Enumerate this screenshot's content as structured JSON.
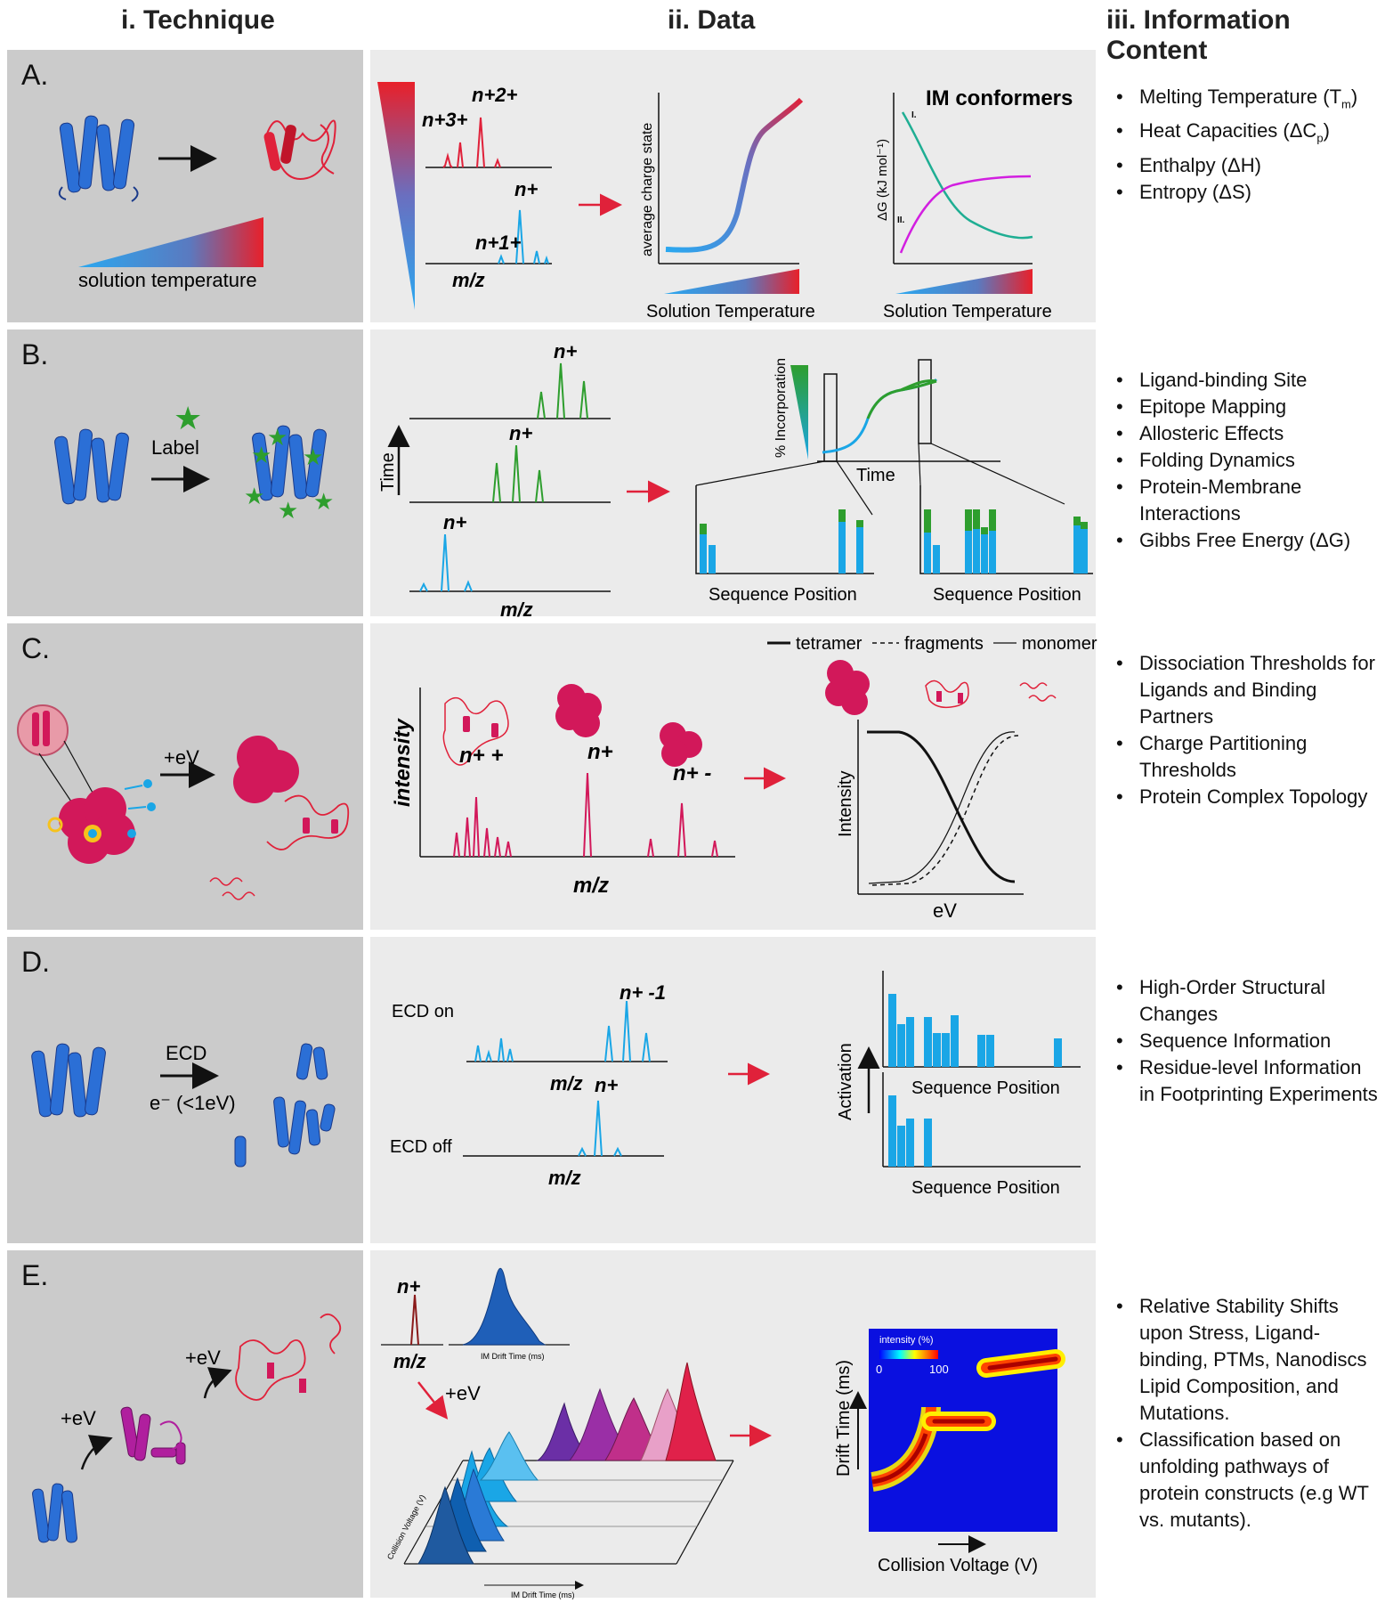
{
  "headers": {
    "technique": "i. Technique",
    "data": "ii. Data",
    "information": "iii. Information Content"
  },
  "colors": {
    "panel_left": "#cbcbcb",
    "panel_mid": "#ebebeb",
    "protein_blue": "#2b6fd6",
    "unfolded_red": "#e0213a",
    "label_green": "#2e9e2e",
    "spec_red": "#e0213a",
    "spec_blue": "#1aa6e6",
    "spec_green": "#2e9e2e",
    "cyan_line": "#1fae93",
    "magenta_line": "#d21fe0",
    "complex_red": "#d2185a",
    "eim_purple": "#b01f9e"
  },
  "panelA": {
    "label": "A.",
    "temp_label": "solution temperature",
    "spec_labels": [
      "n+2+",
      "n+3+",
      "n+",
      "n+1+"
    ],
    "mz": "m/z",
    "charge_axis": "average charge state",
    "xaxis1": "Solution Temperature",
    "im_title": "IM conformers",
    "dg_axis": "ΔG (kJ mol⁻¹)",
    "roman_i": "I.",
    "roman_ii": "II.",
    "xaxis2": "Solution Temperature",
    "info": [
      "Melting Temperature (Tm)",
      "Heat Capacities (ΔCp)",
      "Enthalpy (ΔH)",
      "Entropy (ΔS)"
    ]
  },
  "panelB": {
    "label": "B.",
    "label_text": "Label",
    "time": "Time",
    "spec_labels": [
      "n+",
      "n+",
      "n+"
    ],
    "mz": "m/z",
    "incorp_axis": "% Incorporation",
    "time2": "Time",
    "seq1": "Sequence Position",
    "seq2": "Sequence Position",
    "info": [
      "Ligand-binding Site",
      "Epitope Mapping",
      "Allosteric Effects",
      "Folding Dynamics",
      "Protein-Membrane Interactions",
      "Gibbs Free Energy (ΔG)"
    ]
  },
  "panelC": {
    "label": "C.",
    "ev": "+eV",
    "intensity_axis": "intensity",
    "ion1": "n+ +",
    "ion2": "n+",
    "ion3": "n+ -",
    "mz": "m/z",
    "legend": [
      "tetramer",
      "fragments",
      "monomer"
    ],
    "intensity2": "Intensity",
    "ev_axis": "eV",
    "info": [
      "Dissociation Thresholds for Ligands and Binding Partners",
      "Charge Partitioning Thresholds",
      "Protein Complex Topology"
    ]
  },
  "panelD": {
    "label": "D.",
    "ecd": "ECD",
    "electron": "e⁻ (<1eV)",
    "ecd_on": "ECD on",
    "ecd_off": "ECD off",
    "ion_top": "n+ -1",
    "ion_bot": "n+",
    "mz1": "m/z",
    "mz2": "m/z",
    "activation": "Activation",
    "seq1": "Sequence Position",
    "seq2": "Sequence Position",
    "info": [
      "High-Order Structural Changes",
      "Sequence Information",
      "Residue-level Information in Footprinting Experiments"
    ]
  },
  "panelE": {
    "label": "E.",
    "ev1": "+eV",
    "ev2": "+eV",
    "ion": "n+",
    "mz": "m/z",
    "drift_small": "IM Drift Time (ms)",
    "ev3": "+eV",
    "collision_small": "Collision Voltage (V)",
    "drift_small2": "IM Drift Time (ms)",
    "drift_axis": "Drift Time (ms)",
    "colorbar_title": "intensity (%)",
    "cb_min": "0",
    "cb_max": "100",
    "collision_axis": "Collision Voltage (V)",
    "info": [
      "Relative Stability Shifts upon Stress, Ligand-binding, PTMs, Nanodiscs Lipid Composition, and Mutations.",
      "Classification based on unfolding pathways of protein constructs (e.g WT vs. mutants)."
    ]
  }
}
